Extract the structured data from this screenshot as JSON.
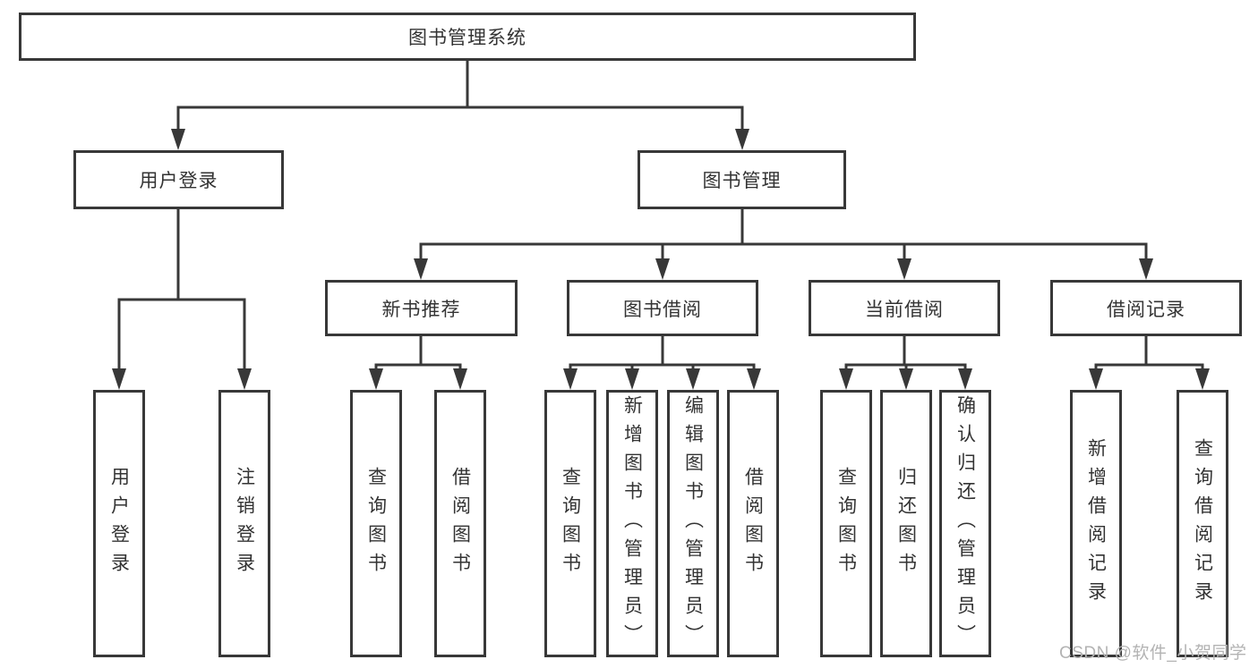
{
  "colors": {
    "line": "#383838",
    "text": "#333333",
    "background": "#ffffff",
    "watermark": "#b3b3b3"
  },
  "watermark": {
    "text": "CSDN @软件_小贺同学"
  },
  "tree": {
    "label": "图书管理系统",
    "children": [
      {
        "label": "用户登录",
        "children": [
          {
            "label": "用户登录"
          },
          {
            "label": "注销登录"
          }
        ]
      },
      {
        "label": "图书管理",
        "children": [
          {
            "label": "新书推荐",
            "children": [
              {
                "label": "查询图书"
              },
              {
                "label": "借阅图书"
              }
            ]
          },
          {
            "label": "图书借阅",
            "children": [
              {
                "label": "查询图书"
              },
              {
                "label": "新增图书（管理员）"
              },
              {
                "label": "编辑图书（管理员）"
              },
              {
                "label": "借阅图书"
              }
            ]
          },
          {
            "label": "当前借阅",
            "children": [
              {
                "label": "查询图书"
              },
              {
                "label": "归还图书"
              },
              {
                "label": "确认归还（管理员）"
              }
            ]
          },
          {
            "label": "借阅记录",
            "children": [
              {
                "label": "新增借阅记录"
              },
              {
                "label": "查询借阅记录"
              }
            ]
          }
        ]
      }
    ]
  }
}
